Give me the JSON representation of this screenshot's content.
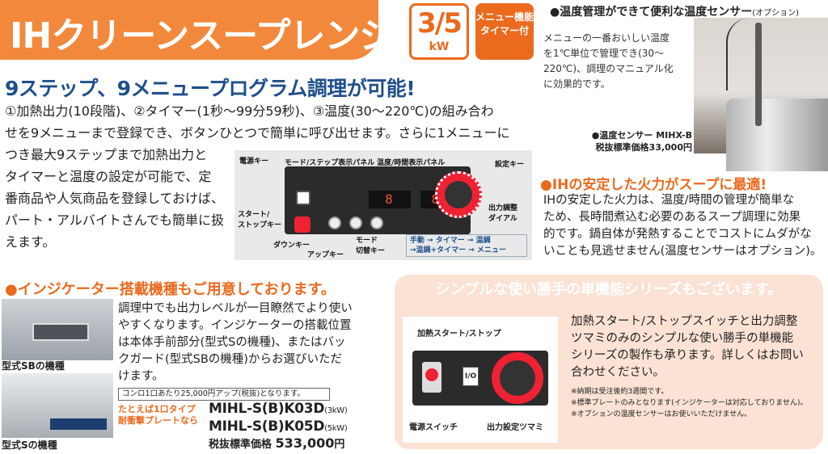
{
  "title": "IHクリーンスープレンジ",
  "badge_kw": {
    "value": "3/5",
    "unit": "kW"
  },
  "badge_features": [
    "メニュー機能",
    "タイマー付"
  ],
  "sensor": {
    "heading": "●温度管理ができて便利な温度センサー",
    "heading_note": "(オプション)",
    "body": [
      "メニューの一番おいしい温度",
      "を1℃単位で管理でき(30〜",
      "220℃)、調理のマニュアル化",
      "に効果的です。"
    ],
    "caption_name": "●温度センサー MIHX-B",
    "caption_price": "税抜標準価格33,000円"
  },
  "steps": {
    "heading": "9ステップ、9メニュープログラム調理が可能!",
    "lines": [
      "①加熱出力(10段階)、②タイマー(1秒〜99分59秒)、③温度(30〜220℃)の組み合わ",
      "せを9メニューまで登録でき、ボタンひとつで簡単に呼び出せます。さらに1メニューに",
      "つき最大9ステップまで加熱出力と",
      "タイマーと温度の設定が可能で、定",
      "番商品や人気商品を登録しておけば、",
      "パート・アルバイトさんでも簡単に扱",
      "えます。"
    ]
  },
  "panel": {
    "labels": {
      "power": "電源キー",
      "mode_display": "モード/ステップ表示パネル",
      "temp_display": "温度/時間表示パネル",
      "set": "設定キー",
      "start": "スタート/\nストップキー",
      "down": "ダウンキー",
      "up": "アップキー",
      "mode": "モード\n切替キー",
      "dial": "出力調整\nダイアル"
    },
    "led_step": "8",
    "led_value": "888",
    "flow": [
      "手動 → タイマー → 温調",
      "→温調+タイマー → メニュー"
    ]
  },
  "ih": {
    "heading": "●IHの安定した火力がスープに最適!",
    "body": [
      "IHの安定した火力は、温度/時間の管理が簡単な",
      "ため、長時間煮込む必要のあるスープ調理に効果",
      "的です。鍋自体が発熱することでコストにムダがな",
      "いことも見逃せません(温度センサーはオプション)。"
    ]
  },
  "indicator": {
    "heading": "●インジケーター搭載機種もご用意しております。",
    "caption_sb": "型式SBの機種",
    "caption_s": "型式Sの機種",
    "body": [
      "調理中でも出力レベルが一目瞭然でより使い",
      "やすくなります。インジケーターの搭載位置",
      "は本体手前部分(型式Sの機種)、またはバッ",
      "クガード(型式SBの機種)からお選びいただ",
      "けます。"
    ],
    "price_note": "コンロ1口あたり25,000円アップ(税抜)となります。",
    "example": [
      "たとえば1口タイプ",
      "耐衝撃プレートなら"
    ],
    "models": [
      {
        "name": "MIHL-S(B)K03D",
        "kw": "(3kW)"
      },
      {
        "name": "MIHL-S(B)K05D",
        "kw": "(5kW)"
      }
    ],
    "price_label": "税抜標準価格",
    "price_value": "533,000",
    "price_unit": "円"
  },
  "simple": {
    "heading": "シンプルな使い勝手の単機能シリーズもございます。",
    "panel_labels": {
      "start": "加熱スタート/ストップ",
      "power": "電源スイッチ",
      "dial": "出力設定ツマミ"
    },
    "switch_text": "I/O",
    "body": [
      "加熱スタート/ストップスイッチと出力調整",
      "ツマミのみのシンプルな使い勝手の単機能",
      "シリーズの製作も承ります。詳しくはお問い",
      "合わせください。"
    ],
    "notes": [
      "※納期は受注後約3週間です。",
      "※標準プレートのみとなります(インジケーターは対応しておりません)。",
      "※オプションの温度センサーはお使いいただけません。"
    ]
  },
  "colors": {
    "accent": "#ea6a1e",
    "heading_blue": "#1f4f8c",
    "pink_bg": "#fbe2d4"
  }
}
